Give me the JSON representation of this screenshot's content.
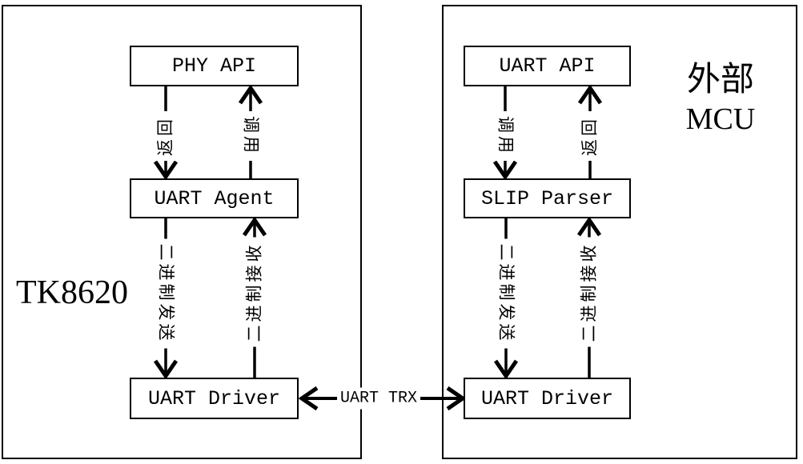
{
  "diagram": {
    "left_panel": {
      "title": "TK8620",
      "boxes": {
        "top": "PHY API",
        "middle": "UART Agent",
        "bottom": "UART Driver"
      },
      "arrows": {
        "return_down": "返回",
        "call_up": "调用",
        "binary_send_down": "二进制发送",
        "binary_receive_up": "二进制接收"
      }
    },
    "right_panel": {
      "title_line1": "外部",
      "title_line2": "MCU",
      "boxes": {
        "top": "UART API",
        "middle": "SLIP Parser",
        "bottom": "UART Driver"
      },
      "arrows": {
        "call_down": "调用",
        "return_up": "返回",
        "binary_send_down": "二进制发送",
        "binary_receive_up": "二进制接收"
      }
    },
    "connector_label": "UART TRX",
    "colors": {
      "background": "#ffffff",
      "line": "#000000",
      "text": "#000000"
    }
  }
}
